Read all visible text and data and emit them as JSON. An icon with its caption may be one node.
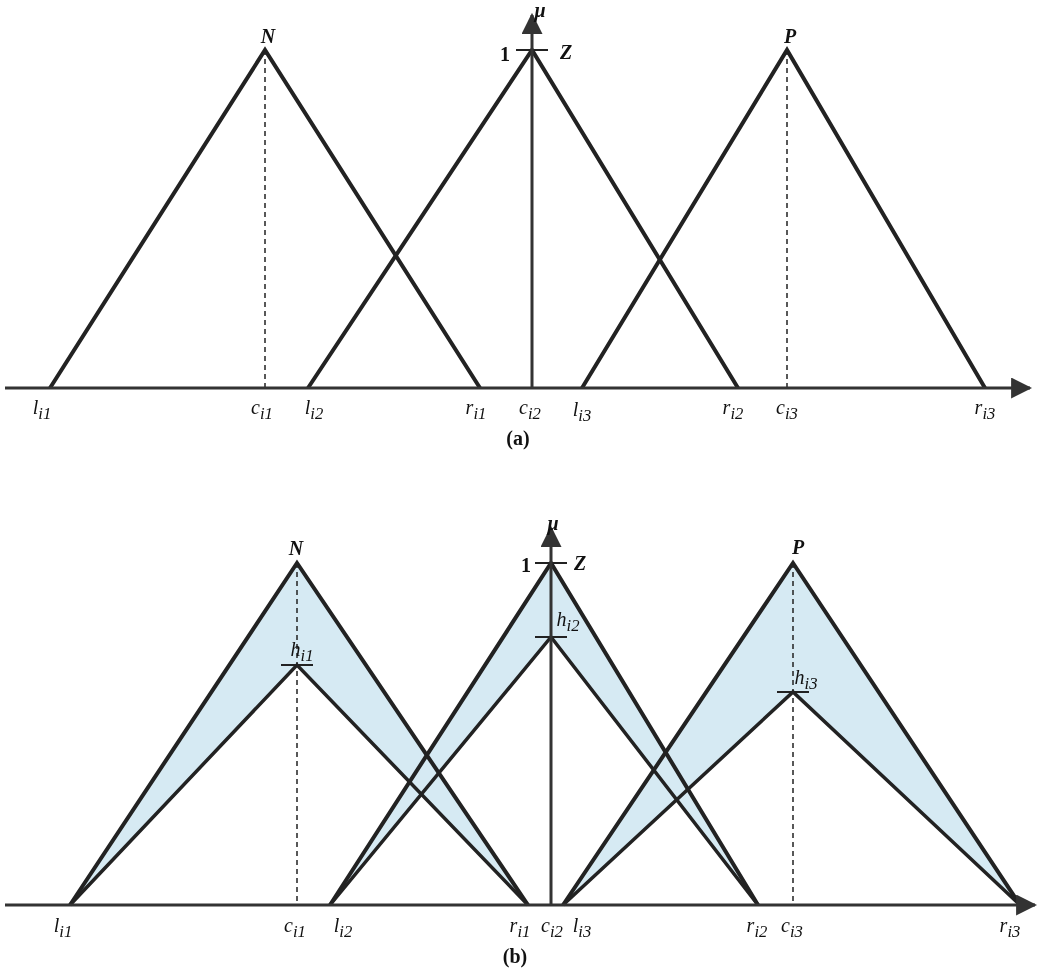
{
  "diagram": {
    "labels": [
      "μ",
      "N",
      "1",
      "Z",
      "P",
      "l$_{i1}$",
      "c$_{i1}$",
      "l$_{i2}$",
      "r$_{i1}$",
      "c$_{i2}$",
      "l$_{i3}$",
      "r$_{i2}$",
      "c$_{i3}$",
      "r$_{i3}$",
      "(a)",
      "μ",
      "N",
      "1",
      "Z",
      "P",
      "h$_{i2}$",
      "h$_{i1}$",
      "h$_{i3}$",
      "l$_{i1}$",
      "c$_{i1}$",
      "l$_{i2}$",
      "r$_{i1}$",
      "c$_{i2}$",
      "l$_{i3}$",
      "r$_{i2}$",
      "c$_{i3}$",
      "r$_{i3}$",
      "(b)"
    ]
  }
}
